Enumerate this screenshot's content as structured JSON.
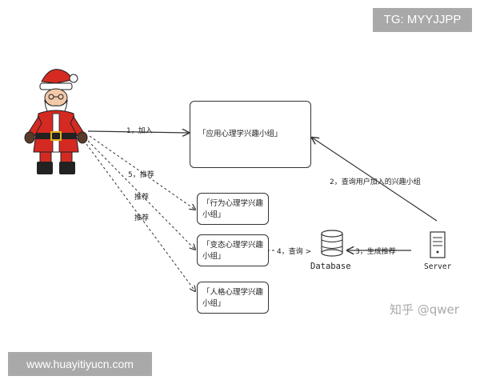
{
  "watermarks": {
    "top_right": "TG: MYYJJPP",
    "bottom_left": "www.huayitiyucn.com",
    "zhihu": "知乎 @qwer"
  },
  "boxes": {
    "app_group": "「应用心理学兴趣小组」",
    "behavior_group": "「行为心理学兴趣小组」",
    "abnormal_group": "「变态心理学兴趣小组」",
    "personality_group": "「人格心理学兴趣小组」"
  },
  "nodes": {
    "database": "Database",
    "server": "Server"
  },
  "edges": {
    "join": "1，加入",
    "query_groups": "2，查询用户加入的兴趣小组",
    "generate_recommend": "3，生成推荐",
    "query": "4，查询 >",
    "recommend_1": "5，推荐",
    "recommend_2": "推荐",
    "recommend_3": "推荐"
  },
  "colors": {
    "santa_red": "#d42a22",
    "line": "#333333"
  }
}
